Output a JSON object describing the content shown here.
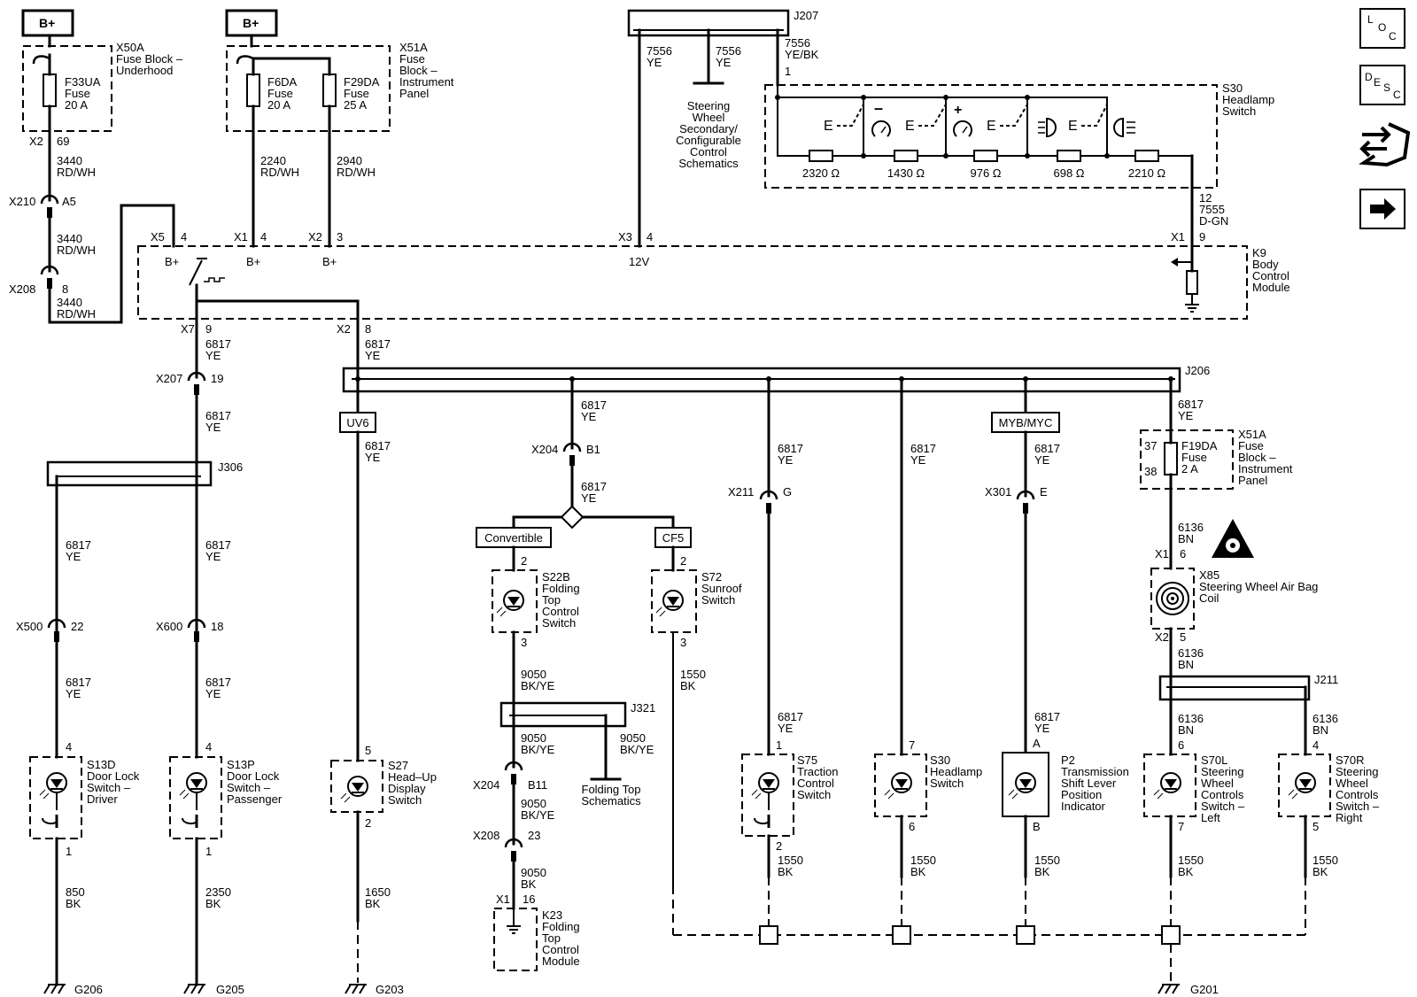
{
  "power": {
    "bplus1": "B+",
    "bplus2": "B+"
  },
  "fuse_x50a": {
    "connector": "X50A",
    "block_name": "Fuse Block –",
    "block_name2": "Underhood",
    "fuse_id": "F33UA",
    "fuse_word": "Fuse",
    "fuse_rating": "20 A",
    "pin_conn": "X2",
    "pin": "69",
    "circuit": "3440",
    "color": "RD/WH"
  },
  "fuse_x51a": {
    "connector": "X51A",
    "line1": "Fuse",
    "line2": "Block –",
    "line3": "Instrument",
    "line4": "Panel",
    "f6_id": "F6DA",
    "f6_word": "Fuse",
    "f6_rating": "20 A",
    "f29_id": "F29DA",
    "f29_word": "Fuse",
    "f29_rating": "25 A",
    "c1": "2240",
    "col1": "RD/WH",
    "c2": "2940",
    "col2": "RD/WH"
  },
  "x210": {
    "name": "X210",
    "pin": "A5",
    "circuit": "3440",
    "color": "RD/WH"
  },
  "x208_top": {
    "name": "X208",
    "pin": "8",
    "circuit": "3440",
    "color": "RD/WH"
  },
  "bcm": {
    "name": "K9",
    "line1": "Body",
    "line2": "Control",
    "line3": "Module",
    "x5": "X5",
    "x5_pin": "4",
    "x1": "X1",
    "x1_pin": "4",
    "x2": "X2",
    "x2_pin": "3",
    "x3": "X3",
    "x3_pin": "4",
    "x1b": "X1",
    "x1b_pin": "9",
    "bplus_a": "B+",
    "bplus_b": "B+",
    "bplus_c": "B+",
    "v12": "12V",
    "x7": "X7",
    "x7_pin": "9",
    "x2b": "X2",
    "x2b_pin": "8"
  },
  "j207": {
    "name": "J207",
    "c1": "7556",
    "col1": "YE",
    "c2": "7556",
    "col2": "YE",
    "c3": "7556",
    "col3": "YE/BK",
    "pin": "1",
    "ref1": "Steering",
    "ref2": "Wheel",
    "ref3": "Secondary/",
    "ref4": "Configurable",
    "ref5": "Control",
    "ref6": "Schematics"
  },
  "s30_top": {
    "name": "S30",
    "line1": "Headlamp",
    "line2": "Switch",
    "resistors": [
      "2320 Ω",
      "1430 Ω",
      "976 Ω",
      "698 Ω",
      "2210 Ω"
    ],
    "pin": "12",
    "circuit": "7555",
    "color": "D-GN",
    "minus": "–",
    "plus": "+",
    "e_labels": [
      "E",
      "E",
      "E",
      "E"
    ]
  },
  "side_icons": {
    "loc": [
      "L",
      "O",
      "C"
    ],
    "desc": [
      "D",
      "E",
      "S",
      "C"
    ]
  },
  "bus": {
    "circuit": "6817",
    "color": "YE",
    "j206": "J206"
  },
  "left_branch": {
    "circuit_a": "6817",
    "color_a": "YE",
    "x207": "X207",
    "x207_pin": "19",
    "circuit_b": "6817",
    "color_b": "YE",
    "j306": "J306"
  },
  "drv": {
    "circuit": "6817",
    "color": "YE",
    "conn": "X500",
    "pin": "22",
    "circuit2": "6817",
    "color2": "YE",
    "pin_top": "4",
    "pin_bot": "1",
    "id": "S13D",
    "l1": "Door Lock",
    "l2": "Switch –",
    "l3": "Driver",
    "gnd_circuit": "850",
    "gnd_color": "BK",
    "ground": "G206"
  },
  "pas": {
    "circuit": "6817",
    "color": "YE",
    "conn": "X600",
    "pin": "18",
    "circuit2": "6817",
    "color2": "YE",
    "pin_top": "4",
    "pin_bot": "1",
    "id": "S13P",
    "l1": "Door Lock",
    "l2": "Switch –",
    "l3": "Passenger",
    "gnd_circuit": "2350",
    "gnd_color": "BK",
    "ground": "G205"
  },
  "hud": {
    "option": "UV6",
    "circuit": "6817",
    "color": "YE",
    "pin_top": "5",
    "pin_bot": "2",
    "id": "S27",
    "l1": "Head–Up",
    "l2": "Display",
    "l3": "Switch",
    "gnd_circuit": "1650",
    "gnd_color": "BK",
    "ground": "G203"
  },
  "folding": {
    "circuit": "6817",
    "color": "YE",
    "conn": "X204",
    "pin": "B1",
    "circuit2": "6817",
    "color2": "YE",
    "opt_a": "Convertible",
    "opt_b": "CF5",
    "s22_pin_top": "2",
    "s22_pin_bot": "3",
    "s22_id": "S22B",
    "s22_l1": "Folding",
    "s22_l2": "Top",
    "s22_l3": "Control",
    "s22_l4": "Switch",
    "c9050": "9050",
    "col9050": "BK/YE",
    "j321": "J321",
    "c9050b": "9050",
    "col9050b": "BK/YE",
    "c9050c": "9050",
    "col9050c": "BK/YE",
    "ref1": "Folding Top",
    "ref2": "Schematics",
    "x204b": "X204",
    "x204b_pin": "B11",
    "c9050d": "9050",
    "col9050d": "BK/YE",
    "x208": "X208",
    "x208_pin": "23",
    "c9050e": "9050",
    "col9050e": "BK",
    "x1": "X1",
    "x1_pin": "16",
    "k23": "K23",
    "k23_l1": "Folding",
    "k23_l2": "Top",
    "k23_l3": "Control",
    "k23_l4": "Module"
  },
  "sunroof": {
    "pin_top": "2",
    "pin_bot": "3",
    "id": "S72",
    "l1": "Sunroof",
    "l2": "Switch",
    "gnd_circuit": "1550",
    "gnd_color": "BK"
  },
  "traction": {
    "circuit": "6817",
    "color": "YE",
    "conn": "X211",
    "pin": "G",
    "circuit2": "6817",
    "color2": "YE",
    "pin_top": "1",
    "pin_bot": "2",
    "id": "S75",
    "l1": "Traction",
    "l2": "Control",
    "l3": "Switch",
    "gnd_circuit": "1550",
    "gnd_color": "BK"
  },
  "s30_low": {
    "circuit": "6817",
    "color": "YE",
    "pin_top": "7",
    "pin_bot": "6",
    "id": "S30",
    "l1": "Headlamp",
    "l2": "Switch",
    "gnd_circuit": "1550",
    "gnd_color": "BK"
  },
  "trans": {
    "option": "MYB/MYC",
    "circuit": "6817",
    "color": "YE",
    "conn": "X301",
    "pin": "E",
    "circuit2": "6817",
    "color2": "YE",
    "pin_top": "A",
    "pin_bot": "B",
    "id": "P2",
    "l1": "Transmission",
    "l2": "Shift Lever",
    "l3": "Position",
    "l4": "Indicator",
    "gnd_circuit": "1550",
    "gnd_color": "BK"
  },
  "steer": {
    "circuit": "6817",
    "color": "YE",
    "fuse_conn": "X51A",
    "fuse_pin_a": "37",
    "fuse_pin_b": "38",
    "fuse_id": "F19DA",
    "fuse_word": "Fuse",
    "fuse_rating": "2 A",
    "block1": "Fuse",
    "block2": "Block –",
    "block3": "Instrument",
    "block4": "Panel",
    "c6136": "6136",
    "col6136": "BN",
    "x1": "X1",
    "x1_pin": "6",
    "x85": "X85",
    "x85_l1": "Steering Wheel Air Bag",
    "x85_l2": "Coil",
    "x2": "X2",
    "x2_pin": "5",
    "c6136b": "6136",
    "col6136b": "BN",
    "j211": "J211",
    "left_c": "6136",
    "left_col": "BN",
    "left_pin_top": "6",
    "left_pin_bot": "7",
    "left_id": "S70L",
    "left_l1": "Steering",
    "left_l2": "Wheel",
    "left_l3": "Controls",
    "left_l4": "Switch –",
    "left_l5": "Left",
    "left_gnd": "1550",
    "left_gnd_col": "BK",
    "right_c": "6136",
    "right_col": "BN",
    "right_pin_top": "4",
    "right_pin_bot": "5",
    "right_id": "S70R",
    "right_l1": "Steering",
    "right_l2": "Wheel",
    "right_l3": "Controls",
    "right_l4": "Switch –",
    "right_l5": "Right",
    "right_gnd": "1550",
    "right_gnd_col": "BK",
    "ground": "G201"
  }
}
